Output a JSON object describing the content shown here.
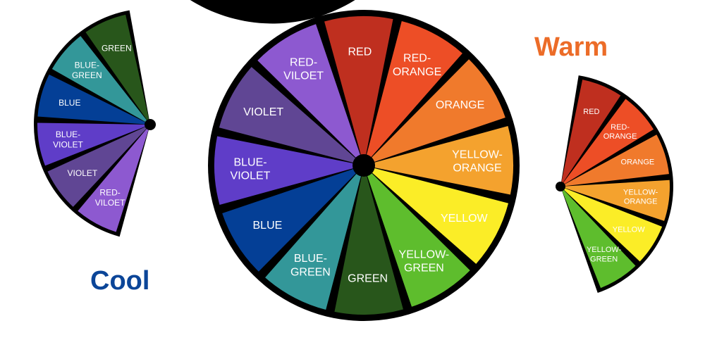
{
  "segments": {
    "red": {
      "lines": [
        "RED"
      ],
      "color": "#bf2f1f"
    },
    "red_orange": {
      "lines": [
        "RED-",
        "ORANGE"
      ],
      "color": "#ed4e26"
    },
    "orange": {
      "lines": [
        "ORANGE"
      ],
      "color": "#f07a2c"
    },
    "yellow_orange": {
      "lines": [
        "YELLOW-",
        "ORANGE"
      ],
      "color": "#f4a22e"
    },
    "yellow": {
      "lines": [
        "YELLOW"
      ],
      "color": "#fbed27"
    },
    "yellow_green": {
      "lines": [
        "YELLOW-",
        "GREEN"
      ],
      "color": "#5ebd2d"
    },
    "green": {
      "lines": [
        "GREEN"
      ],
      "color": "#28561b"
    },
    "blue_green": {
      "lines": [
        "BLUE-",
        "GREEN"
      ],
      "color": "#339799"
    },
    "blue": {
      "lines": [
        "BLUE"
      ],
      "color": "#043f96"
    },
    "blue_violet": {
      "lines": [
        "BLUE-",
        "VIOLET"
      ],
      "color": "#5f3dc8"
    },
    "violet": {
      "lines": [
        "VIOLET"
      ],
      "color": "#604694"
    },
    "red_violet": {
      "lines": [
        "RED-",
        "VILOET"
      ],
      "color": "#8d59d0"
    }
  },
  "wheel_order": [
    "red",
    "red_orange",
    "orange",
    "yellow_orange",
    "yellow",
    "yellow_green",
    "green",
    "blue_green",
    "blue",
    "blue_violet",
    "violet",
    "red_violet"
  ],
  "cool": {
    "title": "Cool",
    "title_color": "#0b4598",
    "order": [
      "red_violet",
      "violet",
      "blue_violet",
      "blue",
      "blue_green",
      "green"
    ]
  },
  "warm": {
    "title": "Warm",
    "title_color": "#ec6c28",
    "order": [
      "red",
      "red_orange",
      "orange",
      "yellow_orange",
      "yellow",
      "yellow_green"
    ]
  },
  "divider_color": "#000000"
}
